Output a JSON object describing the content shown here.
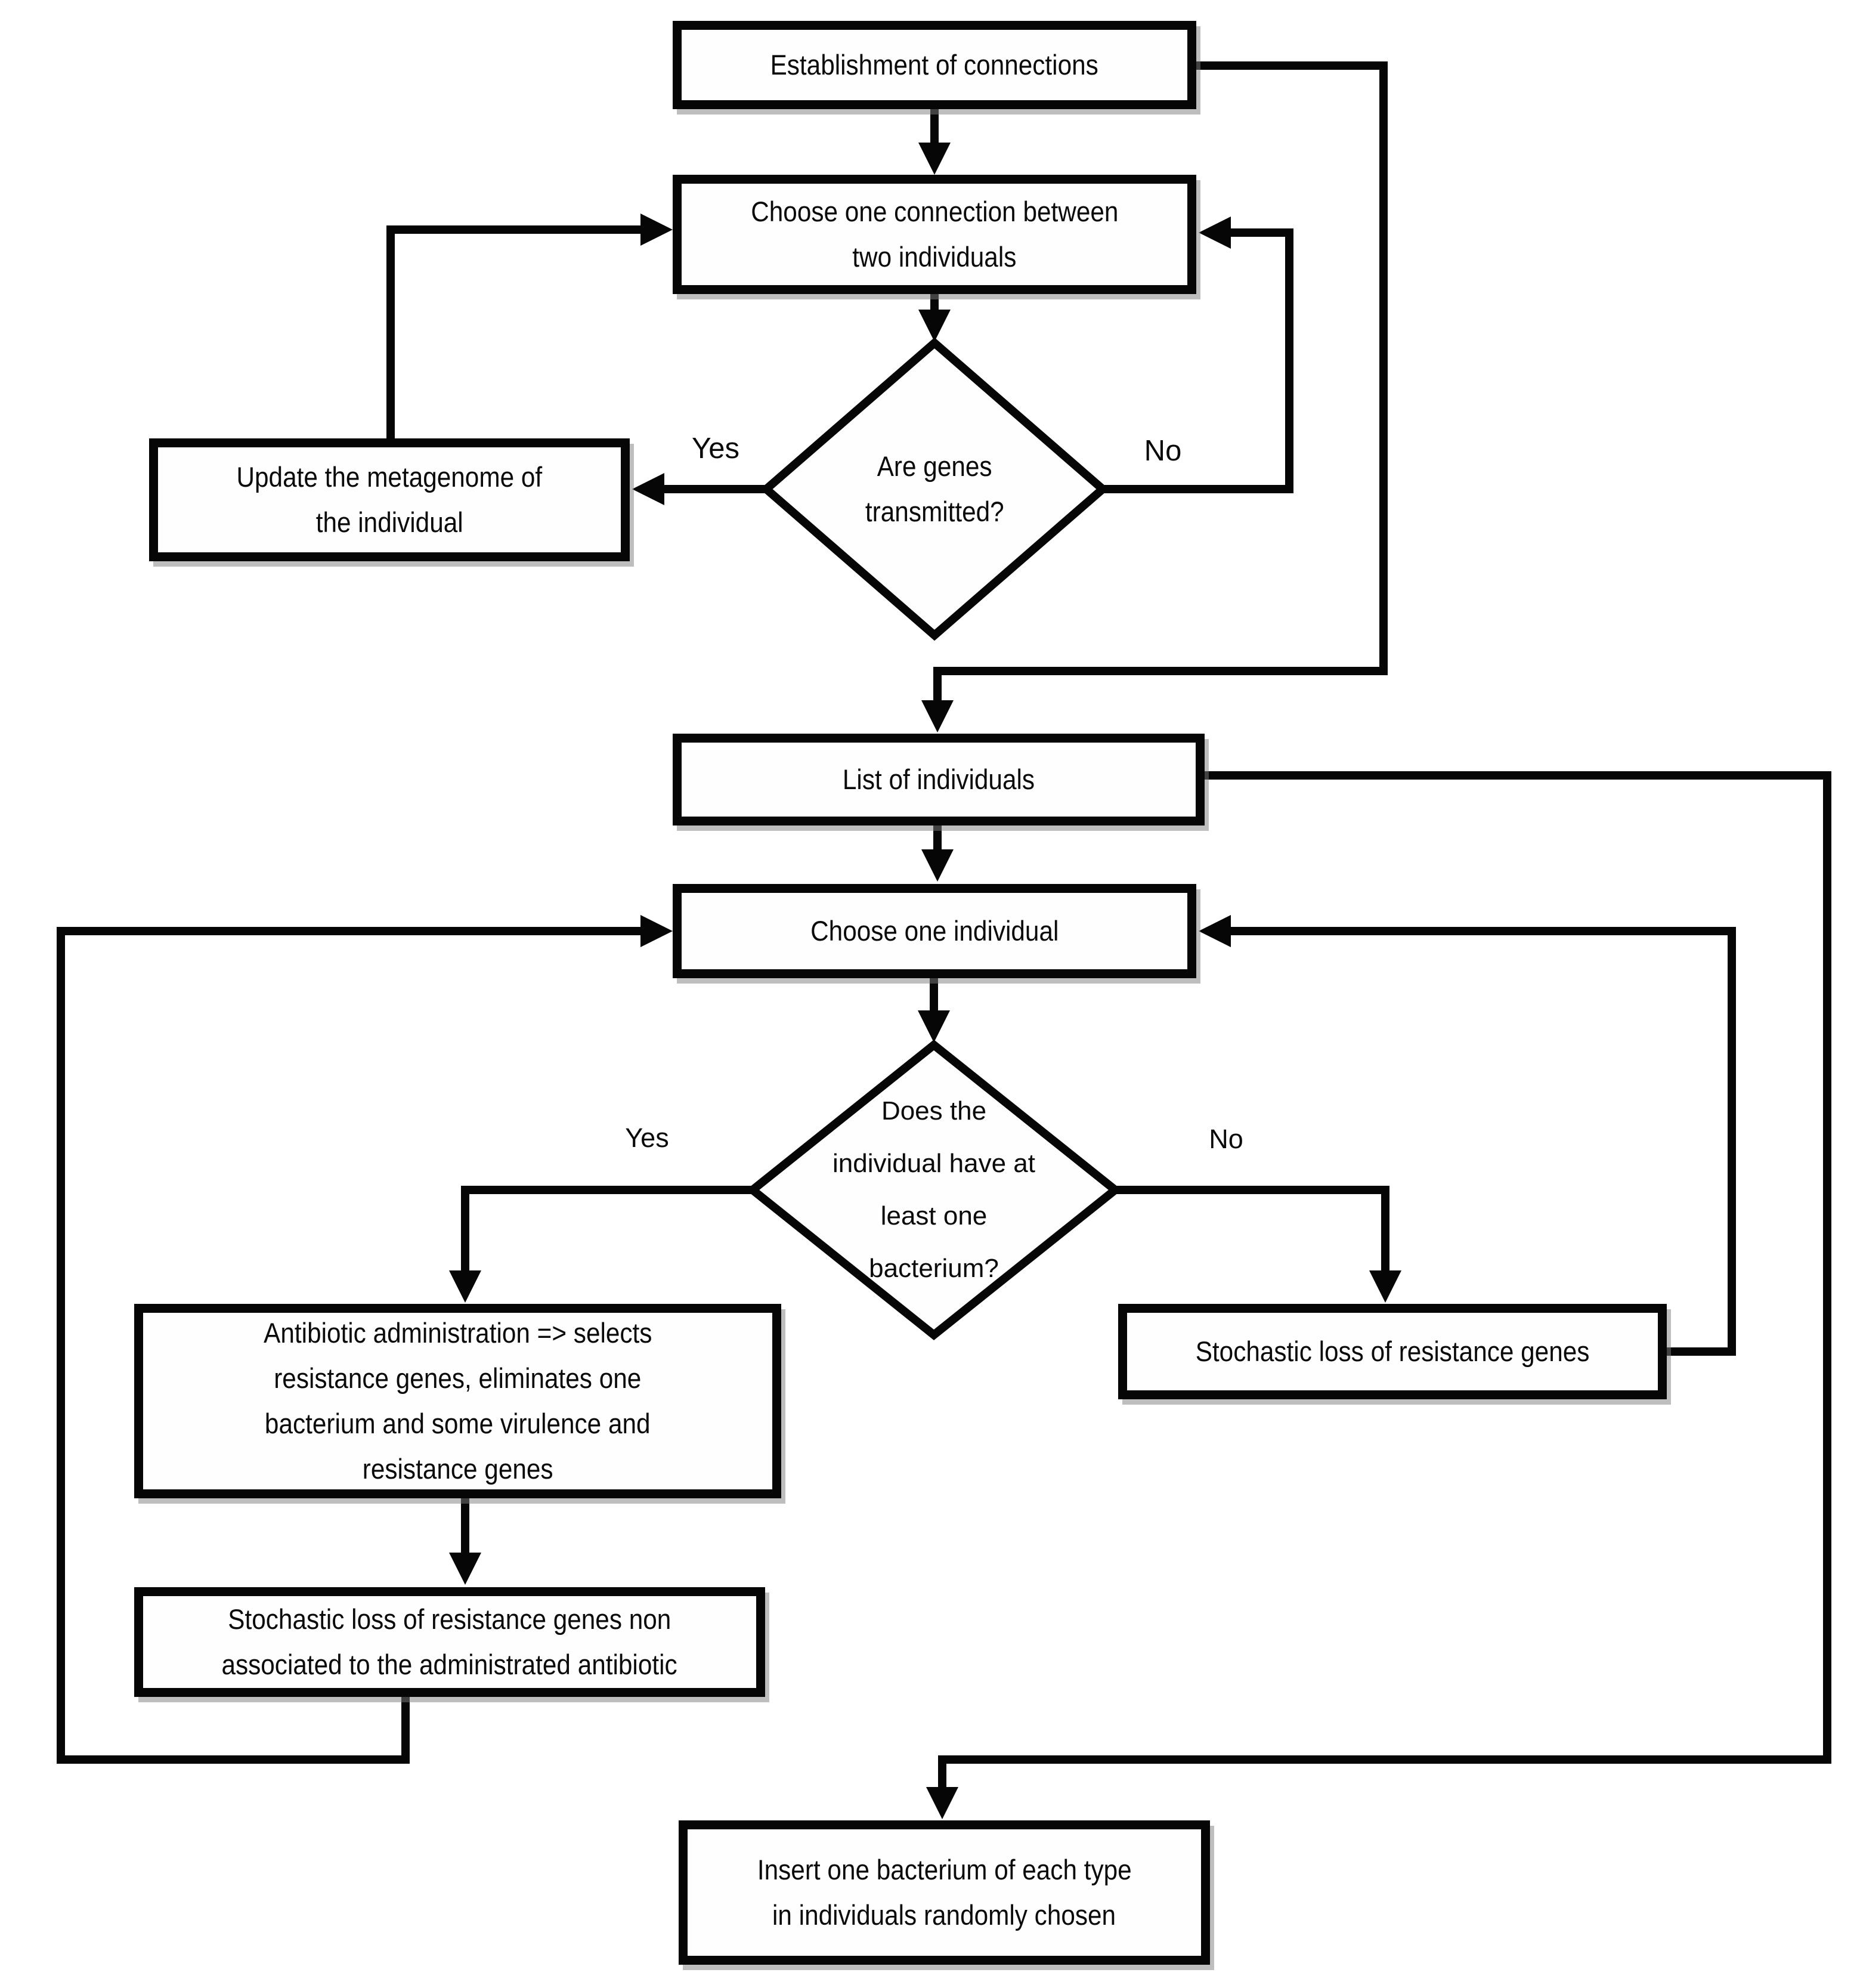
{
  "diagram": {
    "type": "flowchart",
    "background": "#ffffff",
    "line_color": "#060606",
    "node_fill": "#fefefe"
  },
  "nodes": {
    "establishment": {
      "shape": "process",
      "lines": [
        "Establishment of connections"
      ]
    },
    "choose_connection": {
      "shape": "process",
      "lines": [
        "Choose one connection between",
        "two individuals"
      ]
    },
    "are_genes_transmitted": {
      "shape": "decision",
      "lines": [
        "Are genes",
        "transmitted?"
      ]
    },
    "update_metagenome": {
      "shape": "process",
      "lines": [
        "Update the metagenome of",
        "the individual"
      ]
    },
    "list_of_individuals": {
      "shape": "process",
      "lines": [
        "List of individuals"
      ]
    },
    "choose_individual": {
      "shape": "process",
      "lines": [
        "Choose one individual"
      ]
    },
    "has_bacterium": {
      "shape": "decision",
      "lines": [
        "Does the",
        "individual have at",
        "least one",
        "bacterium?"
      ]
    },
    "antibiotic_administration": {
      "shape": "process",
      "lines": [
        "Antibiotic administration => selects",
        "resistance genes, eliminates one",
        "bacterium and some virulence and",
        "resistance genes"
      ]
    },
    "stochastic_loss": {
      "shape": "process",
      "lines": [
        "Stochastic loss of resistance genes"
      ]
    },
    "stochastic_loss_non_associated": {
      "shape": "process",
      "lines": [
        "Stochastic loss of resistance genes non",
        "associated to the administrated antibiotic"
      ]
    },
    "insert_bacterium": {
      "shape": "process",
      "lines": [
        "Insert one bacterium of each type",
        "in individuals randomly chosen"
      ]
    }
  },
  "edge_labels": {
    "genes_yes": "Yes",
    "genes_no": "No",
    "bacterium_yes": "Yes",
    "bacterium_no": "No"
  }
}
